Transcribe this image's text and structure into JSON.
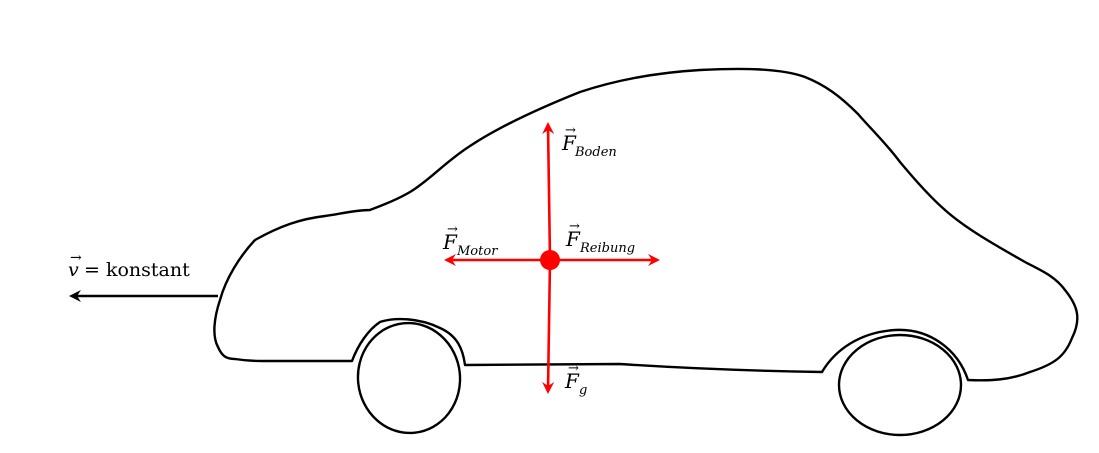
{
  "velocity": {
    "symbol": "v",
    "text": "= konstant"
  },
  "forces": {
    "boden": {
      "symbol": "F",
      "subscript": "Boden"
    },
    "motor": {
      "symbol": "F",
      "subscript": "Motor"
    },
    "reibung": {
      "symbol": "F",
      "subscript": "Reibung"
    },
    "gravity": {
      "symbol": "F",
      "subscript": "g"
    }
  },
  "colors": {
    "force": "#ff0000",
    "outline": "#000000"
  }
}
